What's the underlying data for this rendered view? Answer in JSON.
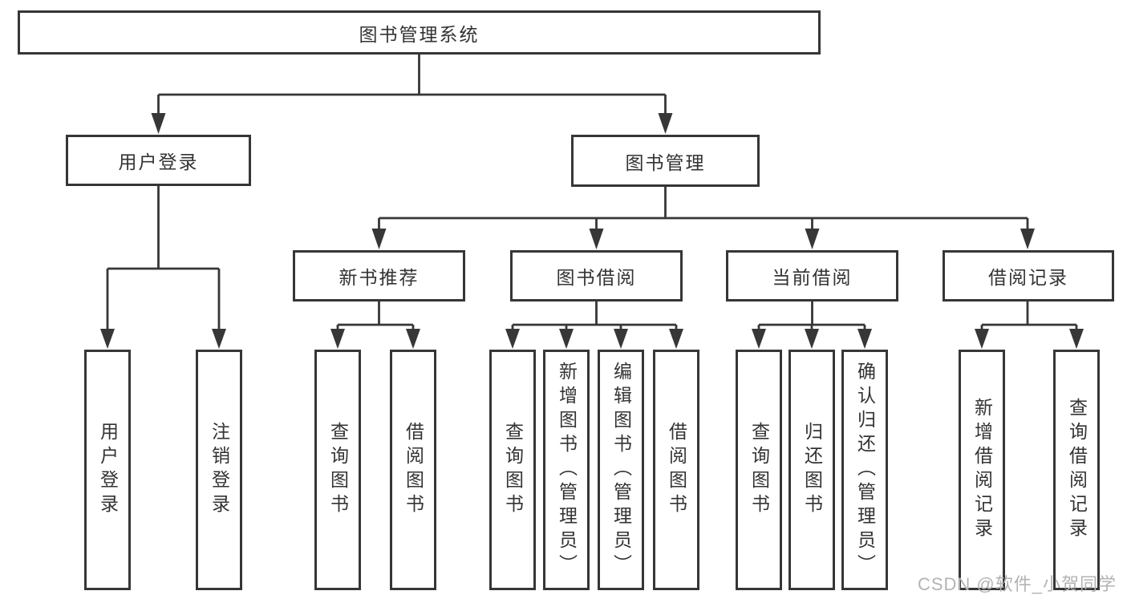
{
  "tree": {
    "label": "图书管理系统",
    "children": [
      {
        "label": "用户登录",
        "children": [
          {
            "label": "用户登录"
          },
          {
            "label": "注销登录"
          }
        ]
      },
      {
        "label": "图书管理",
        "children": [
          {
            "label": "新书推荐",
            "children": [
              {
                "label": "查询图书"
              },
              {
                "label": "借阅图书"
              }
            ]
          },
          {
            "label": "图书借阅",
            "children": [
              {
                "label": "查询图书"
              },
              {
                "label": "新增图书（管理员）"
              },
              {
                "label": "编辑图书（管理员）"
              },
              {
                "label": "借阅图书"
              }
            ]
          },
          {
            "label": "当前借阅",
            "children": [
              {
                "label": "查询图书"
              },
              {
                "label": "归还图书"
              },
              {
                "label": "确认归还（管理员）"
              }
            ]
          },
          {
            "label": "借阅记录",
            "children": [
              {
                "label": "新增借阅记录"
              },
              {
                "label": "查询借阅记录"
              }
            ]
          }
        ]
      }
    ]
  },
  "watermark": {
    "text": "CSDN @软件_小贺同学"
  },
  "colors": {
    "line": "#373737",
    "box_border": "#363636",
    "text": "#333333",
    "watermark": "#b3b3b3",
    "background": "#ffffff"
  }
}
